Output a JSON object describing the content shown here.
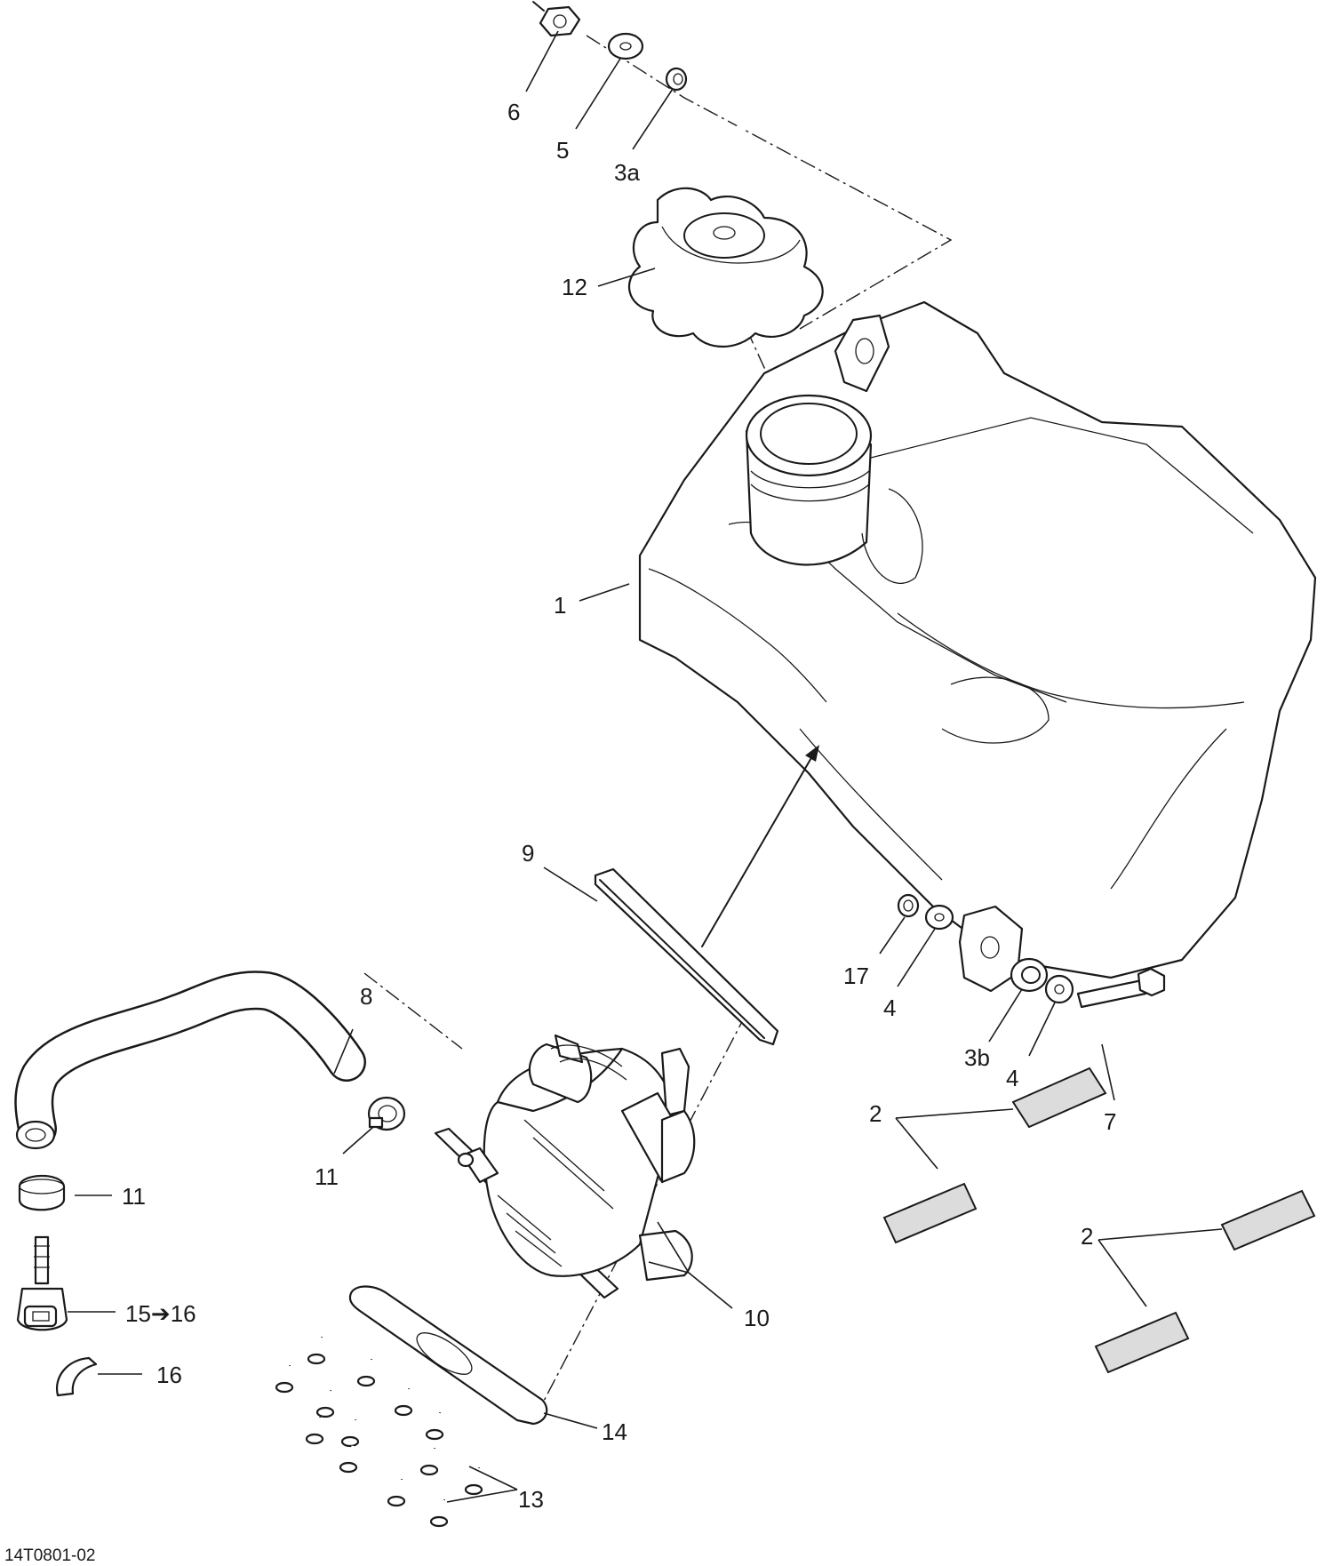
{
  "diagram_code": "14T0801-02",
  "callouts": {
    "c1": "1",
    "c2a": "2",
    "c2b": "2",
    "c3a": "3a",
    "c3b": "3b",
    "c4a": "4",
    "c4b": "4",
    "c5": "5",
    "c6": "6",
    "c7": "7",
    "c8": "8",
    "c9": "9",
    "c10": "10",
    "c11a": "11",
    "c11b": "11",
    "c12": "12",
    "c13": "13",
    "c14": "14",
    "c15": "15➔16",
    "c16": "16",
    "c17": "17"
  }
}
